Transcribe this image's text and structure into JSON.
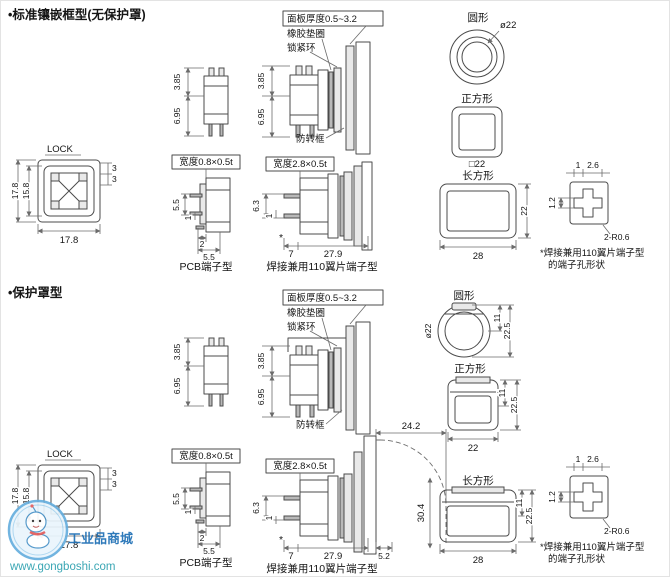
{
  "titles": {
    "standard": "•标准镶嵌框型(无保护罩)",
    "cover": "•保护罩型"
  },
  "labels": {
    "lock": "LOCK",
    "panel_thickness": "面板厚度0.5~3.2",
    "rubber_gasket": "橡胶垫圈",
    "lock_ring": "锁紧环",
    "anti_rotation": "防转框",
    "pcb_width": "宽度0.8×0.5t",
    "solder_width": "宽度2.8×0.5t",
    "pcb_type": "PCB端子型",
    "solder_type": "焊接兼用110翼片端子型",
    "circle": "圆形",
    "square": "正方形",
    "rectangle": "长方形",
    "asterisk": "*"
  },
  "dims": {
    "d3_85": "3.85",
    "d6_95": "6.95",
    "d17_8": "17.8",
    "d15_8": "15.8",
    "d3": "3",
    "d5_5": "5.5",
    "d1": "1",
    "d2": "2",
    "d6_3": "6.3",
    "d7": "7",
    "d27_9": "27.9",
    "dia22": "ø22",
    "sq22": "□22",
    "d22": "22",
    "d28": "28",
    "d22_5": "22.5",
    "d11": "11",
    "d24_2": "24.2",
    "d30_4": "30.4",
    "d5_2": "5.2",
    "d2_6": "2.6",
    "d1_2": "1.2",
    "r2_0_6": "2-R0.6"
  },
  "note": {
    "line1": "*焊接兼用110翼片端子型",
    "line2": "的端子孔形状"
  },
  "watermark": {
    "name": "工业品商城",
    "url": "www.gongboshi.com"
  }
}
